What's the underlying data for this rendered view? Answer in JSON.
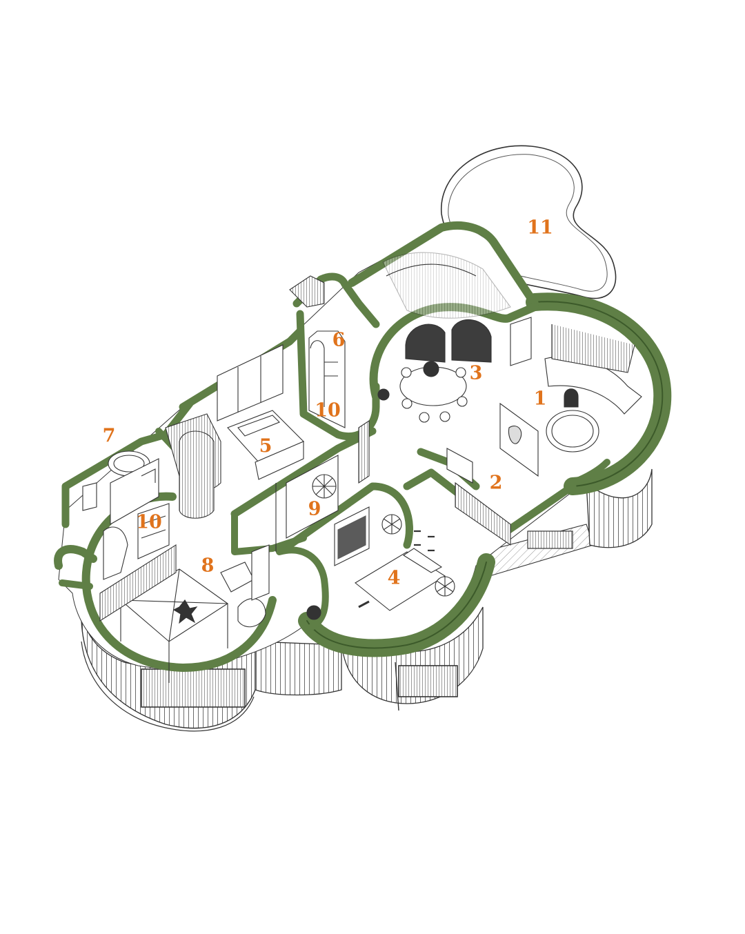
{
  "colors": {
    "wall": "#5f7f46",
    "wall_edge": "#3c5a2a",
    "line": "#2a2a2a",
    "floor": "#ffffff",
    "label": "#e0731c",
    "dark_furniture": "#3d3d3d"
  },
  "room_labels": [
    {
      "id": "1",
      "text": "1"
    },
    {
      "id": "2",
      "text": "2"
    },
    {
      "id": "3",
      "text": "3"
    },
    {
      "id": "4",
      "text": "4"
    },
    {
      "id": "5",
      "text": "5"
    },
    {
      "id": "6",
      "text": "6"
    },
    {
      "id": "7",
      "text": "7"
    },
    {
      "id": "8",
      "text": "8"
    },
    {
      "id": "9",
      "text": "9"
    },
    {
      "id": "10a",
      "text": "10"
    },
    {
      "id": "10b",
      "text": "10"
    },
    {
      "id": "11",
      "text": "11"
    }
  ]
}
